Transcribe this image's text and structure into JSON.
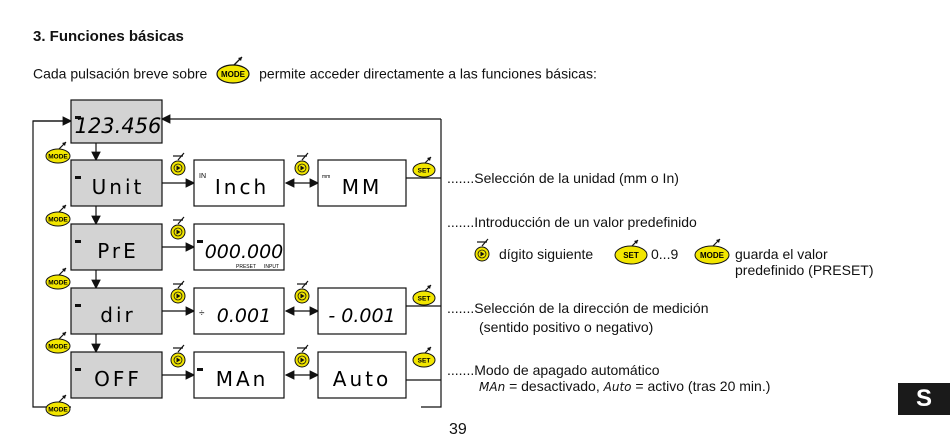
{
  "section": {
    "heading": "3. Funciones básicas",
    "intro_before": "Cada pulsación breve sobre",
    "intro_after": "permite acceder directamente a las funciones básicas:"
  },
  "buttons": {
    "mode_label": "MODE",
    "set_label": "SET"
  },
  "displays": {
    "main_value": "123.456",
    "unit": "Unit",
    "unit_inch": "Inch",
    "unit_mm": "MM",
    "preset": "PrE",
    "preset_value": "000.000",
    "preset_indicator": "PRESET",
    "input_indicator": "INPUT",
    "dir": "dir",
    "dir_positive": "0.001",
    "dir_negative": "- 0.001",
    "off": "OFF",
    "off_man": "MAn",
    "off_auto": "Auto"
  },
  "descriptions": {
    "unit": ".......Selección de la unidad (mm o In)",
    "preset": ".......Introducción de un valor predefinido",
    "preset_next_digit": "dígito siguiente",
    "preset_range": "0...9",
    "preset_save_1": "guarda el valor",
    "preset_save_2": "predefinido (PRESET)",
    "dir_1": ".......Selección de la dirección de medición",
    "dir_2": "(sentido positivo o negativo)",
    "off_1": ".......Modo de apagado automático",
    "off_2_man": "MAn",
    "off_2_mid": "= desactivado,",
    "off_2_auto": "Auto",
    "off_2_end": "= activo (tras 20 min.)"
  },
  "page": {
    "number": "39",
    "language_tab": "S"
  },
  "colors": {
    "button_yellow": "#f2e600",
    "display_grey": "#d3d3d3",
    "ink": "#111111"
  }
}
